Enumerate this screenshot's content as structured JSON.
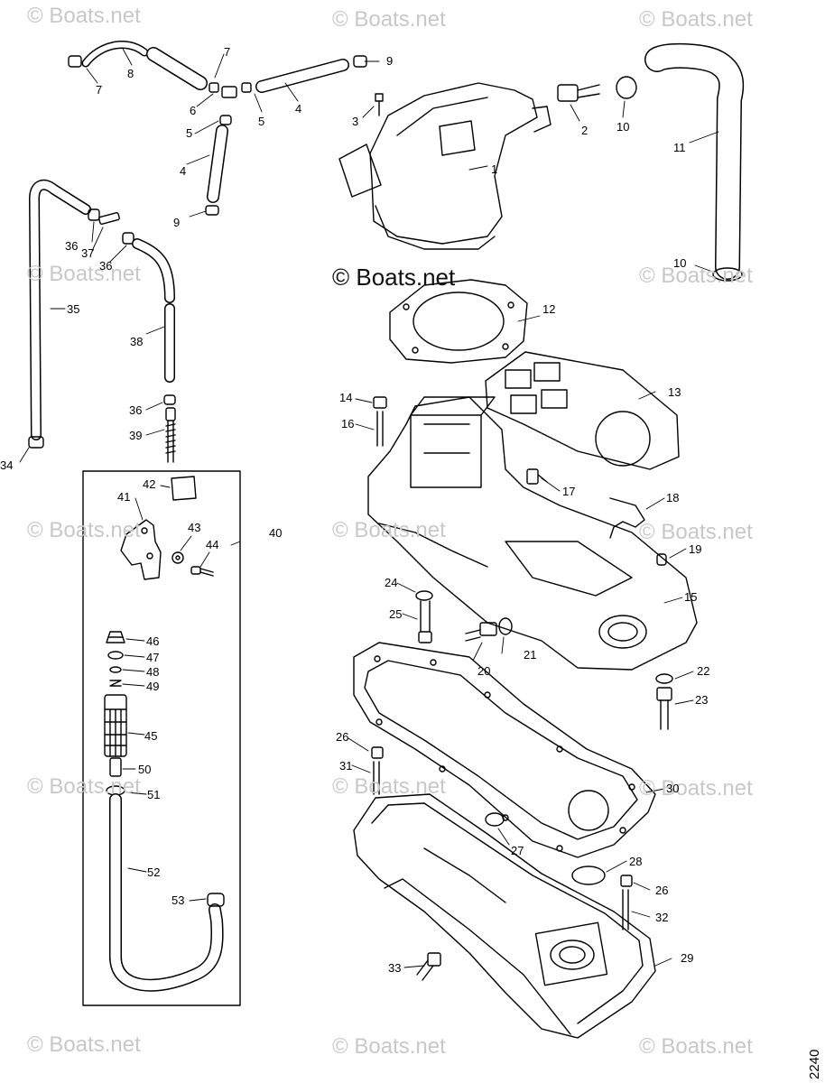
{
  "watermark": {
    "text": "© Boats.net",
    "prominent": "© Boats.net"
  },
  "figure_number": "2240",
  "callouts": [
    "1",
    "2",
    "3",
    "4",
    "4",
    "5",
    "5",
    "6",
    "7",
    "7",
    "8",
    "9",
    "9",
    "10",
    "10",
    "11",
    "12",
    "13",
    "14",
    "15",
    "16",
    "17",
    "18",
    "19",
    "20",
    "21",
    "22",
    "23",
    "24",
    "25",
    "26",
    "26",
    "27",
    "28",
    "29",
    "30",
    "31",
    "32",
    "33",
    "34",
    "35",
    "36",
    "36",
    "36",
    "37",
    "38",
    "39",
    "40",
    "41",
    "42",
    "43",
    "44",
    "45",
    "46",
    "47",
    "48",
    "49",
    "50",
    "51",
    "52",
    "53"
  ],
  "colors": {
    "line": "#000000",
    "watermark": "#c8c8c8",
    "background": "#ffffff"
  }
}
